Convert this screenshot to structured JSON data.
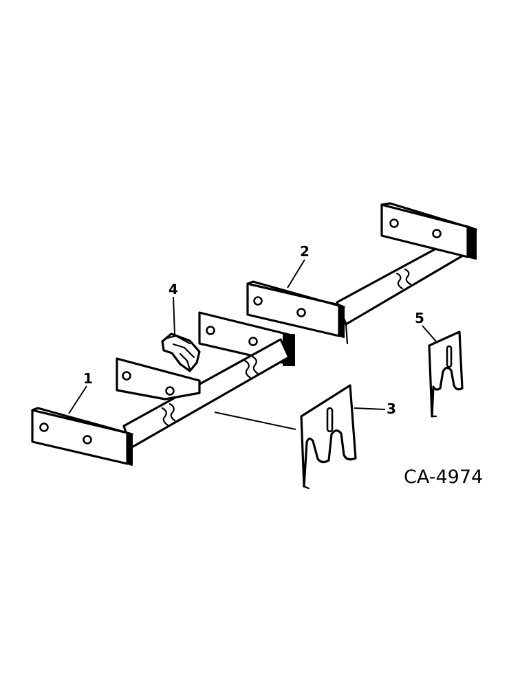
{
  "callouts": [
    {
      "id": "1",
      "text": "1"
    },
    {
      "id": "2",
      "text": "2"
    },
    {
      "id": "3",
      "text": "3"
    },
    {
      "id": "4",
      "text": "4"
    },
    {
      "id": "5",
      "text": "5"
    }
  ],
  "figure_code": "CA-4974",
  "colors": {
    "ink": "#000000",
    "paper": "#ffffff"
  }
}
